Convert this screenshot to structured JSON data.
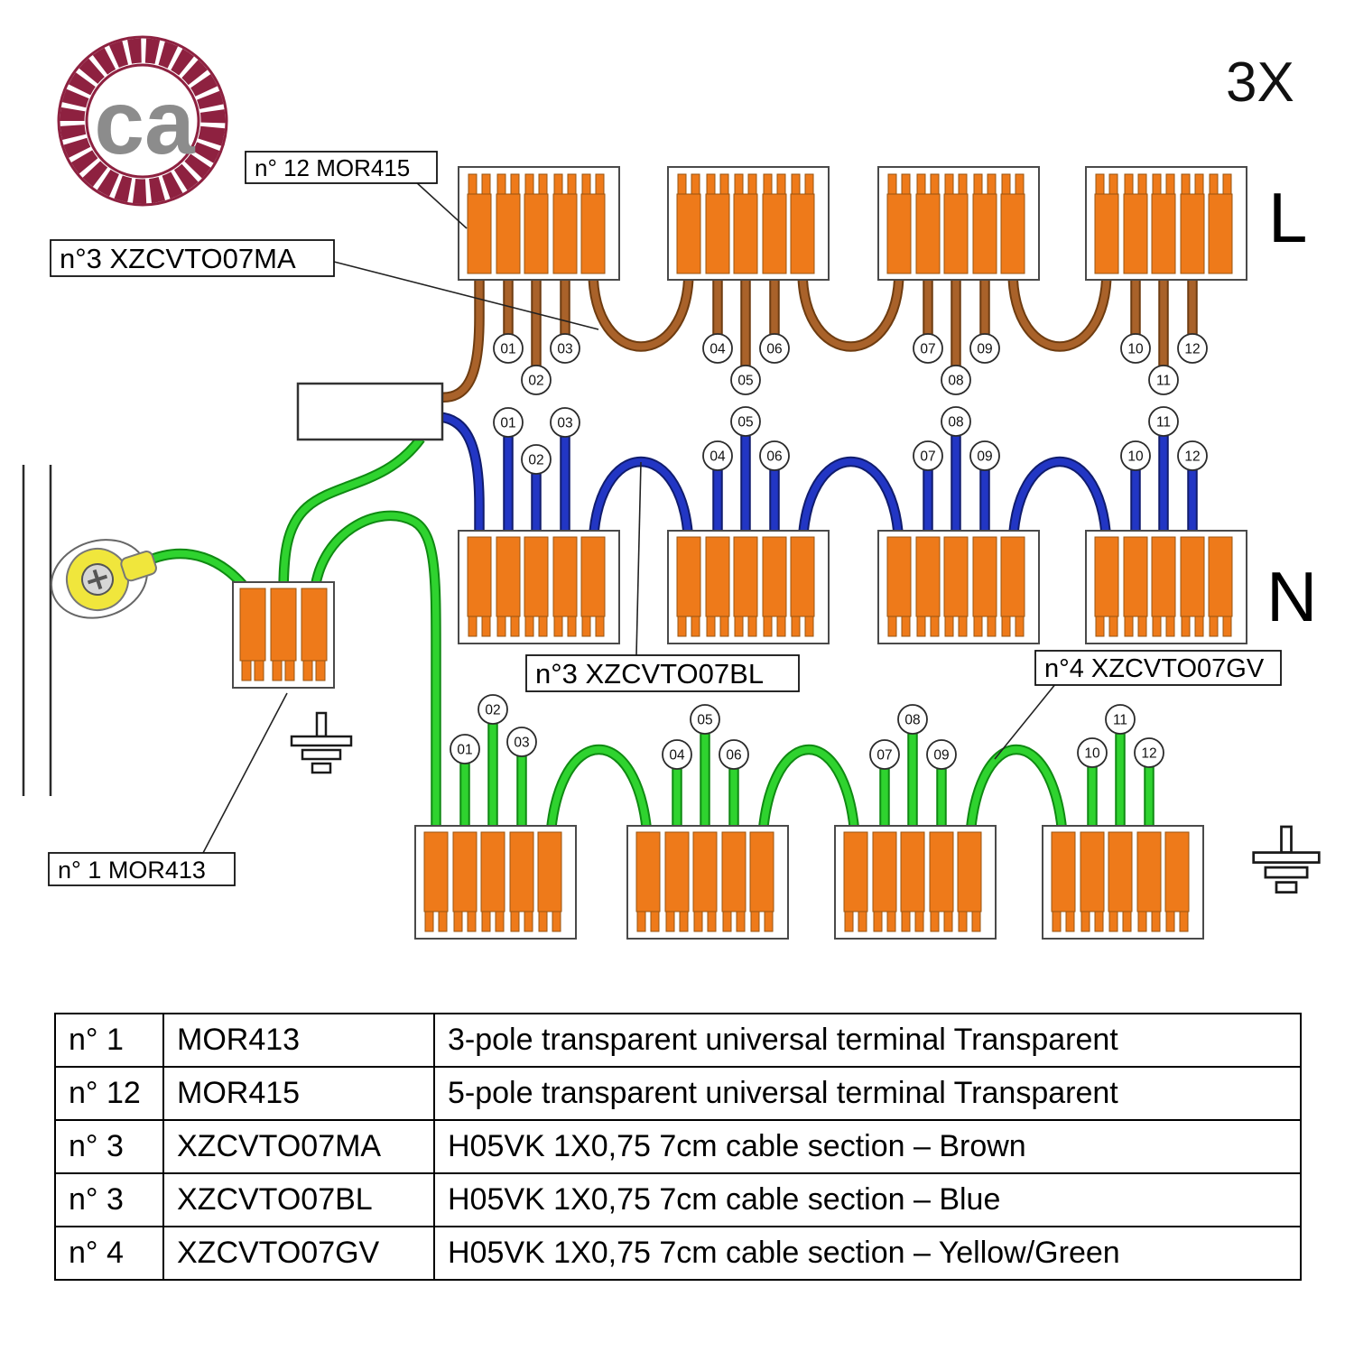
{
  "colors": {
    "terminal_orange": "#EE7A1A",
    "wire_brown": "#A9622A",
    "wire_blue": "#2236C4",
    "wire_green": "#2FD32F",
    "ring_yellow": "#F0E63C",
    "logo_maroon": "#8E2140",
    "logo_text_gray": "#8C8C8C"
  },
  "logo": {
    "text": "ca"
  },
  "header": {
    "quantity": "3X"
  },
  "diagram": {
    "labels": {
      "line_live": "L",
      "line_neutral": "N"
    },
    "callouts": {
      "mor415": "n° 12  MOR415",
      "ma": "n°3 XZCVTO07MA",
      "bl": "n°3 XZCVTO07BL",
      "gv": "n°4 XZCVTO07GV",
      "mor413": "n° 1  MOR413"
    },
    "wire_numbers": {
      "L": [
        "01",
        "02",
        "03",
        "04",
        "05",
        "06",
        "07",
        "08",
        "09",
        "10",
        "11",
        "12"
      ],
      "N": [
        "01",
        "02",
        "03",
        "04",
        "05",
        "06",
        "07",
        "08",
        "09",
        "10",
        "11",
        "12"
      ],
      "E": [
        "01",
        "02",
        "03",
        "04",
        "05",
        "06",
        "07",
        "08",
        "09",
        "10",
        "11",
        "12"
      ]
    }
  },
  "table": {
    "rows": [
      {
        "qty": "n° 1",
        "code": "MOR413",
        "desc": "3-pole transparent universal terminal Transparent"
      },
      {
        "qty": "n° 12",
        "code": "MOR415",
        "desc": "5-pole transparent universal terminal Transparent"
      },
      {
        "qty": "n° 3",
        "code": "XZCVTO07MA",
        "desc": "H05VK 1X0,75 7cm cable section – Brown"
      },
      {
        "qty": "n° 3",
        "code": "XZCVTO07BL",
        "desc": "H05VK 1X0,75 7cm cable section – Blue"
      },
      {
        "qty": "n° 4",
        "code": "XZCVTO07GV",
        "desc": "H05VK 1X0,75 7cm cable section – Yellow/Green"
      }
    ]
  }
}
